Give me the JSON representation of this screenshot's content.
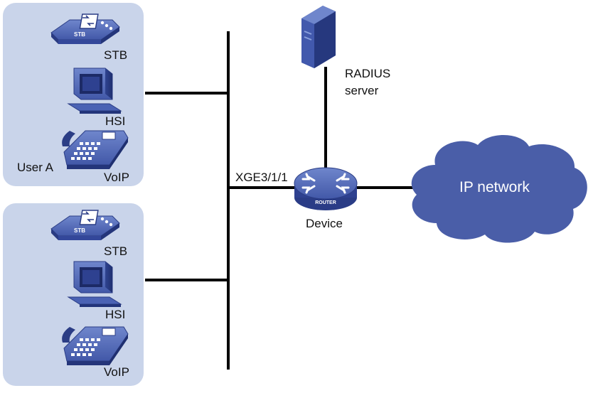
{
  "groups": [
    {
      "name": "User A",
      "devices": [
        {
          "label": "STB",
          "icon": "stb-icon"
        },
        {
          "label": "HSI",
          "icon": "pc-icon"
        },
        {
          "label": "VoIP",
          "icon": "phone-icon"
        }
      ]
    },
    {
      "name": "",
      "devices": [
        {
          "label": "STB",
          "icon": "stb-icon"
        },
        {
          "label": "HSI",
          "icon": "pc-icon"
        },
        {
          "label": "VoIP",
          "icon": "phone-icon"
        }
      ]
    }
  ],
  "server": {
    "label_line1": "RADIUS",
    "label_line2": "server",
    "icon": "server-icon"
  },
  "router": {
    "label": "Device",
    "badge": "ROUTER",
    "icon": "router-icon"
  },
  "port": {
    "label": "XGE3/1/1"
  },
  "cloud": {
    "label": "IP network",
    "icon": "cloud-icon"
  },
  "colors": {
    "group_bg": "#c9d4ea",
    "device_blue": "#3f56a8",
    "cloud_fill": "#4a5ea8",
    "link": "#000000"
  }
}
